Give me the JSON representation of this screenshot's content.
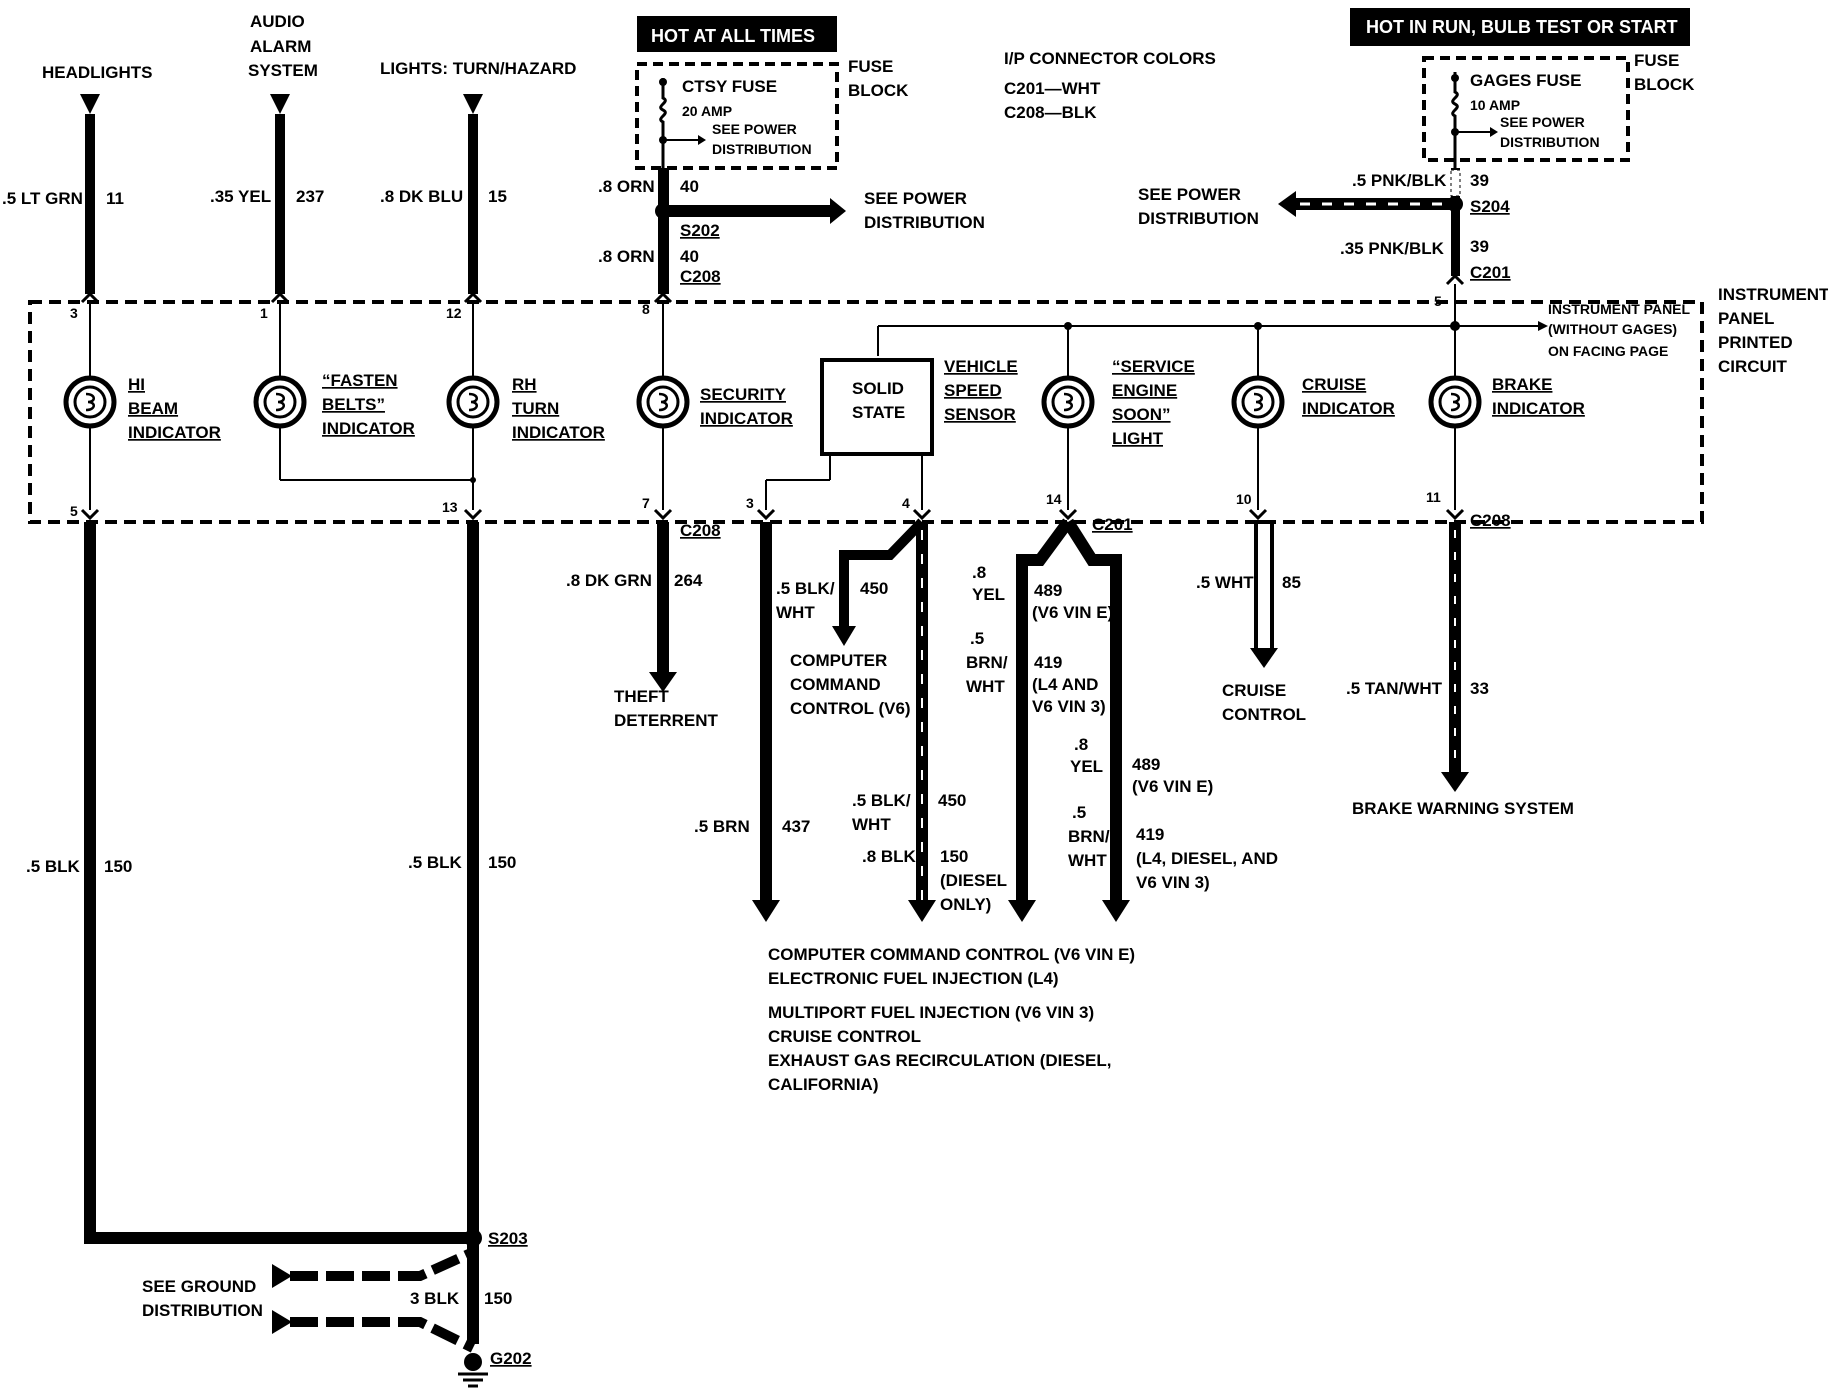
{
  "header": {
    "hot_always": "HOT AT ALL TIMES",
    "hot_run": "HOT IN RUN,  BULB TEST OR START"
  },
  "fuse_block": {
    "label_1": "FUSE",
    "label_2": "BLOCK",
    "ctsy": {
      "name": "CTSY FUSE",
      "rating": "20 AMP",
      "see_1": "SEE POWER",
      "see_2": "DISTRIBUTION"
    },
    "gages": {
      "name": "GAGES FUSE",
      "rating": "10 AMP",
      "see_1": "SEE POWER",
      "see_2": "DISTRIBUTION"
    }
  },
  "connector_colors": {
    "title": "I/P CONNECTOR COLORS",
    "c201": "C201—WHT",
    "c208": "C208—BLK"
  },
  "sources": {
    "headlights": "HEADLIGHTS",
    "audio_1": "AUDIO",
    "audio_2": "ALARM",
    "audio_3": "SYSTEM",
    "lights": "LIGHTS: TURN/HAZARD"
  },
  "wires": {
    "w11": {
      "gauge": ".5 LT GRN",
      "circuit": "11"
    },
    "w237": {
      "gauge": ".35 YEL",
      "circuit": "237"
    },
    "w15": {
      "gauge": ".8 DK BLU",
      "circuit": "15"
    },
    "w40a": {
      "gauge": ".8 ORN",
      "circuit": "40"
    },
    "w40b": {
      "gauge": ".8 ORN",
      "circuit": "40"
    },
    "w39a": {
      "gauge": ".5 PNK/BLK",
      "circuit": "39"
    },
    "w39b": {
      "gauge": ".35 PNK/BLK",
      "circuit": "39"
    },
    "w264": {
      "gauge": ".8 DK GRN",
      "circuit": "264"
    },
    "w450a": {
      "gauge_1": ".5 BLK/",
      "gauge_2": "WHT",
      "circuit": "450"
    },
    "w437": {
      "gauge": ".5 BRN",
      "circuit": "437"
    },
    "w450b": {
      "gauge_1": ".5 BLK/",
      "gauge_2": "WHT",
      "circuit": "450"
    },
    "w150d": {
      "gauge": ".8 BLK",
      "circuit": "150",
      "note_1": "(DIESEL",
      "note_2": "ONLY)"
    },
    "w489a": {
      "g1": ".8",
      "g2": "YEL",
      "circuit": "489",
      "note": "(V6 VIN E)"
    },
    "w419a": {
      "g1": ".5",
      "g2": "BRN/",
      "g3": "WHT",
      "circuit": "419",
      "note_1": "(L4 AND",
      "note_2": "V6 VIN 3)"
    },
    "w489b": {
      "g1": ".8",
      "g2": "YEL",
      "circuit": "489",
      "note": "(V6 VIN E)"
    },
    "w419b": {
      "g1": ".5",
      "g2": "BRN/",
      "g3": "WHT",
      "circuit": "419",
      "note_1": "(L4, DIESEL, AND",
      "note_2": "V6 VIN 3)"
    },
    "w85": {
      "gauge": ".5 WHT",
      "circuit": "85"
    },
    "w33": {
      "gauge": ".5 TAN/WHT",
      "circuit": "33"
    },
    "w150a": {
      "gauge": ".5 BLK",
      "circuit": "150"
    },
    "w150b": {
      "gauge": ".5 BLK",
      "circuit": "150"
    },
    "w150g": {
      "gauge": "3 BLK",
      "circuit": "150"
    }
  },
  "splices": {
    "s202": "S202",
    "c208a": "C208",
    "s204": "S204",
    "c201a": "C201",
    "c208b": "C208",
    "c201b": "C201",
    "c208c": "C208",
    "s203": "S203",
    "g202": "G202"
  },
  "see_power_1": "SEE POWER",
  "see_power_2": "DISTRIBUTION",
  "panel": {
    "label_1": "INSTRUMENT",
    "label_2": "PANEL",
    "label_3": "PRINTED",
    "label_4": "CIRCUIT",
    "note_1": "INSTRUMENT PANEL",
    "note_2": "(WITHOUT GAGES)",
    "note_3": "ON FACING PAGE"
  },
  "pins": {
    "p3": "3",
    "p1": "1",
    "p12": "12",
    "p8": "8",
    "p5": "5",
    "p5b": "5",
    "p13": "13",
    "p7": "7",
    "p3b": "3",
    "p4": "4",
    "p14": "14",
    "p10": "10",
    "p11": "11"
  },
  "indicators": {
    "hi_beam": [
      "HI",
      "BEAM",
      "INDICATOR"
    ],
    "fasten": [
      "“FASTEN",
      "BELTS”",
      "INDICATOR"
    ],
    "rh_turn": [
      "RH",
      "TURN",
      "INDICATOR"
    ],
    "security": [
      "SECURITY",
      "INDICATOR"
    ],
    "solid_state": [
      "SOLID",
      "STATE"
    ],
    "vss": [
      "VEHICLE",
      "SPEED",
      "SENSOR"
    ],
    "ses": [
      "“SERVICE",
      "ENGINE",
      "SOON”",
      "LIGHT"
    ],
    "cruise": [
      "CRUISE",
      "INDICATOR"
    ],
    "brake": [
      "BRAKE",
      "INDICATOR"
    ]
  },
  "destinations": {
    "theft_1": "THEFT",
    "theft_2": "DETERRENT",
    "ccc_1": "COMPUTER",
    "ccc_2": "COMMAND",
    "ccc_3": "CONTROL (V6)",
    "cruise_1": "CRUISE",
    "cruise_2": "CONTROL",
    "brake": "BRAKE WARNING SYSTEM",
    "list_1": "COMPUTER COMMAND CONTROL (V6 VIN E)",
    "list_2": "ELECTRONIC FUEL INJECTION (L4)",
    "list_3": "MULTIPORT FUEL INJECTION (V6 VIN 3)",
    "list_4": "CRUISE CONTROL",
    "list_5": "EXHAUST GAS RECIRCULATION (DIESEL,",
    "list_6": "CALIFORNIA)",
    "ground_1": "SEE GROUND",
    "ground_2": "DISTRIBUTION"
  }
}
